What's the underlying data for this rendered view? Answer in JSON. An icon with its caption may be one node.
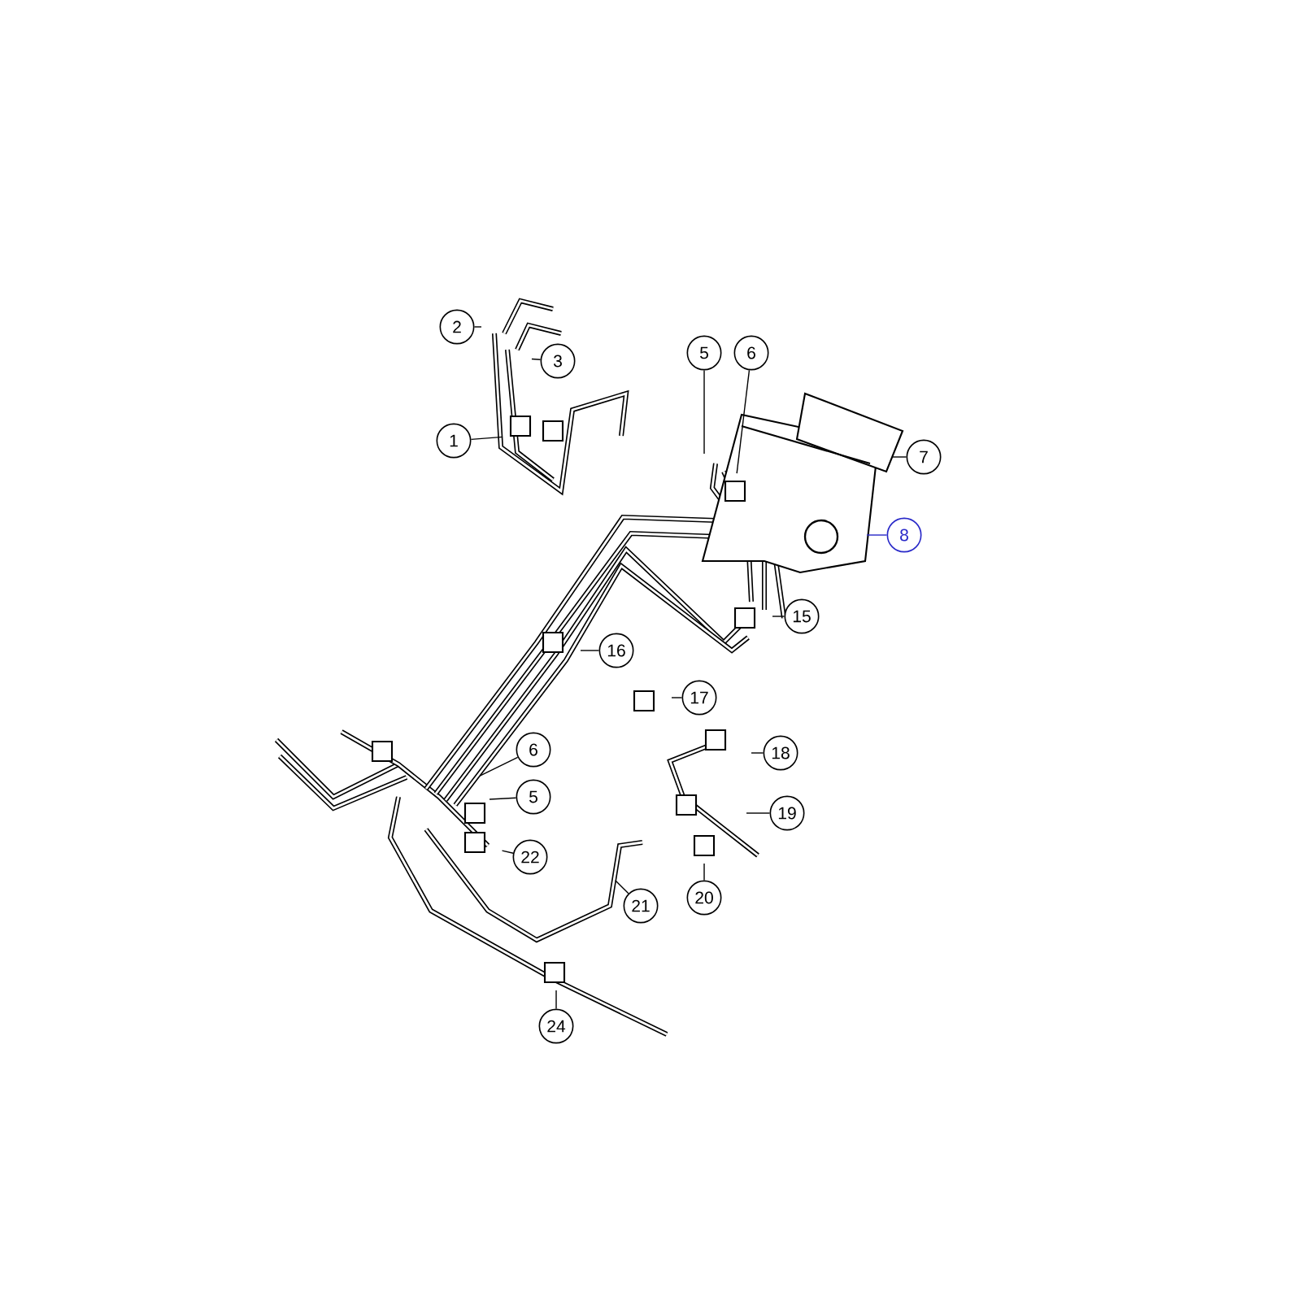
{
  "diagram": {
    "nodes": [
      {
        "text": [
          "1"
        ]
      },
      {
        "text": [
          "2"
        ]
      },
      {
        "text": [
          "3"
        ]
      },
      {
        "text": [
          "5"
        ]
      },
      {
        "text": [
          "6"
        ]
      },
      {
        "text": [
          "7"
        ]
      },
      {
        "text": [
          "8"
        ]
      },
      {
        "text": [
          "15"
        ]
      },
      {
        "text": [
          "16"
        ]
      },
      {
        "text": [
          "17"
        ]
      },
      {
        "text": [
          "18"
        ]
      },
      {
        "text": [
          "19"
        ]
      },
      {
        "text": [
          "6"
        ]
      },
      {
        "text": [
          "5"
        ]
      },
      {
        "text": [
          "20"
        ]
      },
      {
        "text": [
          "21"
        ]
      },
      {
        "text": [
          "22"
        ]
      },
      {
        "text": [
          "24"
        ]
      }
    ],
    "edges": [
      {
        "from": 0,
        "to": null,
        "arrow": "none"
      },
      {
        "from": 1,
        "to": null,
        "arrow": "none"
      },
      {
        "from": 2,
        "to": null,
        "arrow": "none"
      },
      {
        "from": 3,
        "to": null,
        "arrow": "none"
      },
      {
        "from": 4,
        "to": null,
        "arrow": "none"
      },
      {
        "from": 5,
        "to": null,
        "arrow": "none"
      },
      {
        "from": 6,
        "to": null,
        "arrow": "none",
        "color": "#2828c8"
      },
      {
        "from": 7,
        "to": null,
        "arrow": "none"
      },
      {
        "from": 8,
        "to": null,
        "arrow": "none"
      },
      {
        "from": 9,
        "to": null,
        "arrow": "none"
      },
      {
        "from": 10,
        "to": null,
        "arrow": "none"
      },
      {
        "from": 11,
        "to": null,
        "arrow": "none"
      },
      {
        "from": 12,
        "to": null,
        "arrow": "none"
      },
      {
        "from": 13,
        "to": null,
        "arrow": "none"
      },
      {
        "from": 14,
        "to": null,
        "arrow": "none"
      },
      {
        "from": 15,
        "to": null,
        "arrow": "none"
      },
      {
        "from": 16,
        "to": null,
        "arrow": "none"
      },
      {
        "from": 17,
        "to": null,
        "arrow": "none"
      }
    ]
  }
}
